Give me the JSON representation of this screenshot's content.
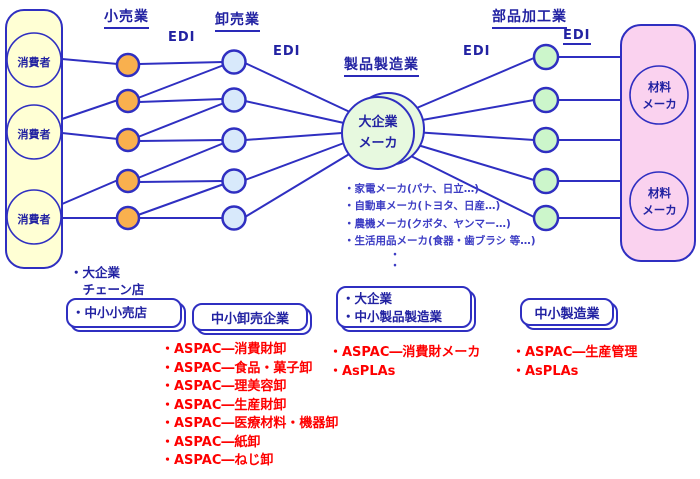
{
  "colors": {
    "line": "#2f2fc1",
    "text_navy": "#2222a2",
    "notes_blue": "#3d3dc4",
    "red": "#fe0000",
    "retail_node": "#f9b04e",
    "wholesale_node": "#d8e9fb",
    "parts_node": "#ccf6cb",
    "center_circle_fill": "#e7f9df",
    "consumer_box_fill": "#ffffd4",
    "material_box_fill": "#fad2ef"
  },
  "headers": {
    "retail": "小売業",
    "wholesale": "卸売業",
    "product_manufacturing": "製品製造業",
    "parts_processing": "部品加工業"
  },
  "edi_labels": [
    "EDI",
    "EDI",
    "EDI",
    "EDI"
  ],
  "consumer_box": {
    "labels": [
      "消費者",
      "消費者",
      "消費者"
    ]
  },
  "material_box": {
    "labels": [
      "材料\nメーカ",
      "材料\nメーカ"
    ]
  },
  "center_circle": {
    "label": "大企業\nメーカ"
  },
  "maker_notes": [
    "・家電メーカ(パナ、日立…)",
    "・自動車メーカ(トヨタ、日産…)",
    "・農機メーカ(クボタ、ヤンマー…)",
    "・生活用品メーカ(食器・歯ブラシ 等…)",
    "・",
    "・"
  ],
  "group_boxes": {
    "retail": {
      "lines": [
        "・大企業",
        "　チェーン店"
      ],
      "boxed_line": "・中小小売店"
    },
    "wholesale": {
      "label": "中小卸売企業"
    },
    "manufacturer": {
      "lines": [
        "・大企業",
        "・中小製品製造業"
      ]
    },
    "small_mfg": {
      "label": "中小製造業"
    }
  },
  "product_lists": {
    "wholesale": [
      "・ASPAC―消費財卸",
      "・ASPAC―食品・菓子卸",
      "・ASPAC―理美容卸",
      "・ASPAC―生産財卸",
      "・ASPAC―医療材料・機器卸",
      "・ASPAC―紙卸",
      "・ASPAC―ねじ卸"
    ],
    "manufacturer": [
      "・ASPAC―消費財メーカ",
      "・AsPLAs"
    ],
    "small_mfg": [
      "・ASPAC―生産管理",
      "・AsPLAs"
    ]
  }
}
